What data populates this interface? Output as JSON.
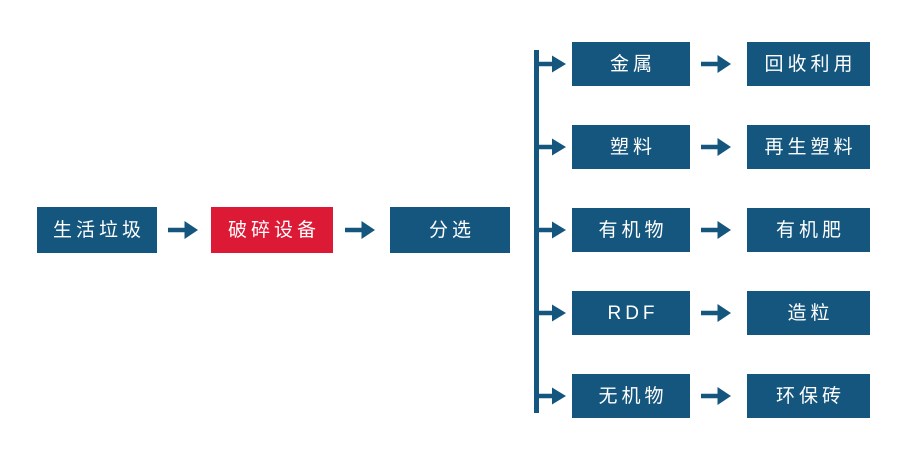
{
  "diagram": {
    "title": "waste-processing-flowchart",
    "colors": {
      "node_blue": "#15567E",
      "node_red": "#DC1A35",
      "arrow_blue": "#15567E",
      "node_text": "#FFFFFF",
      "canvas_bg": "#FFFFFF"
    },
    "icons": {
      "arrow": "right-arrow"
    },
    "main_chain": [
      {
        "label": "生活垃圾",
        "variant": "blue"
      },
      {
        "label": "破碎设备",
        "variant": "red"
      },
      {
        "label": "分选",
        "variant": "blue"
      }
    ],
    "branches": [
      {
        "category": "金属",
        "result": "回收利用"
      },
      {
        "category": "塑料",
        "result": "再生塑料"
      },
      {
        "category": "有机物",
        "result": "有机肥"
      },
      {
        "category": "RDF",
        "result": "造粒"
      },
      {
        "category": "无机物",
        "result": "环保砖"
      }
    ]
  }
}
